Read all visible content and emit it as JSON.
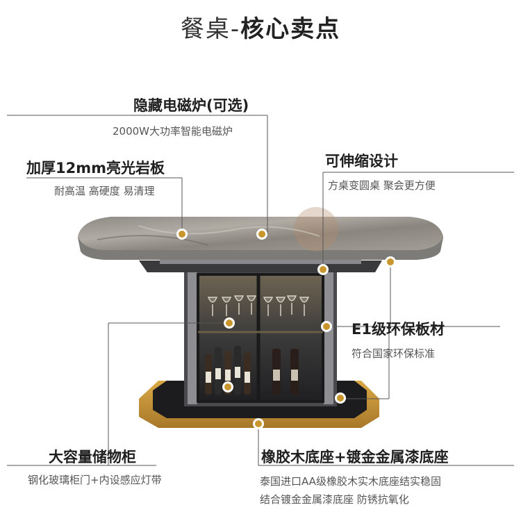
{
  "header": {
    "title_part1": "餐桌-",
    "title_part2": "核心卖点"
  },
  "features": {
    "induction": {
      "title": "隐藏电磁炉(可选)",
      "desc": "2000W大功率智能电磁炉"
    },
    "slab": {
      "title": "加厚12mm亮光岩板",
      "desc": "耐高温 高硬度 易清理"
    },
    "extendable": {
      "title": "可伸缩设计",
      "desc": "方桌变圆桌 聚会更方便"
    },
    "board": {
      "title": "E1级环保板材",
      "desc": "符合国家环保标准"
    },
    "storage": {
      "title": "大容量储物柜",
      "desc": "钢化玻璃柜门+内设感应灯带"
    },
    "base": {
      "title": "橡胶木底座+镀金金属漆底座",
      "desc_line1": "泰国进口AA级橡胶木实木底座结实稳固",
      "desc_line2": "结合镀金金属漆底座 防锈抗氧化"
    }
  },
  "colors": {
    "accent_gold": "#c9962e",
    "cabinet_dark": "#2e2e30",
    "marble": "#9c9890"
  }
}
